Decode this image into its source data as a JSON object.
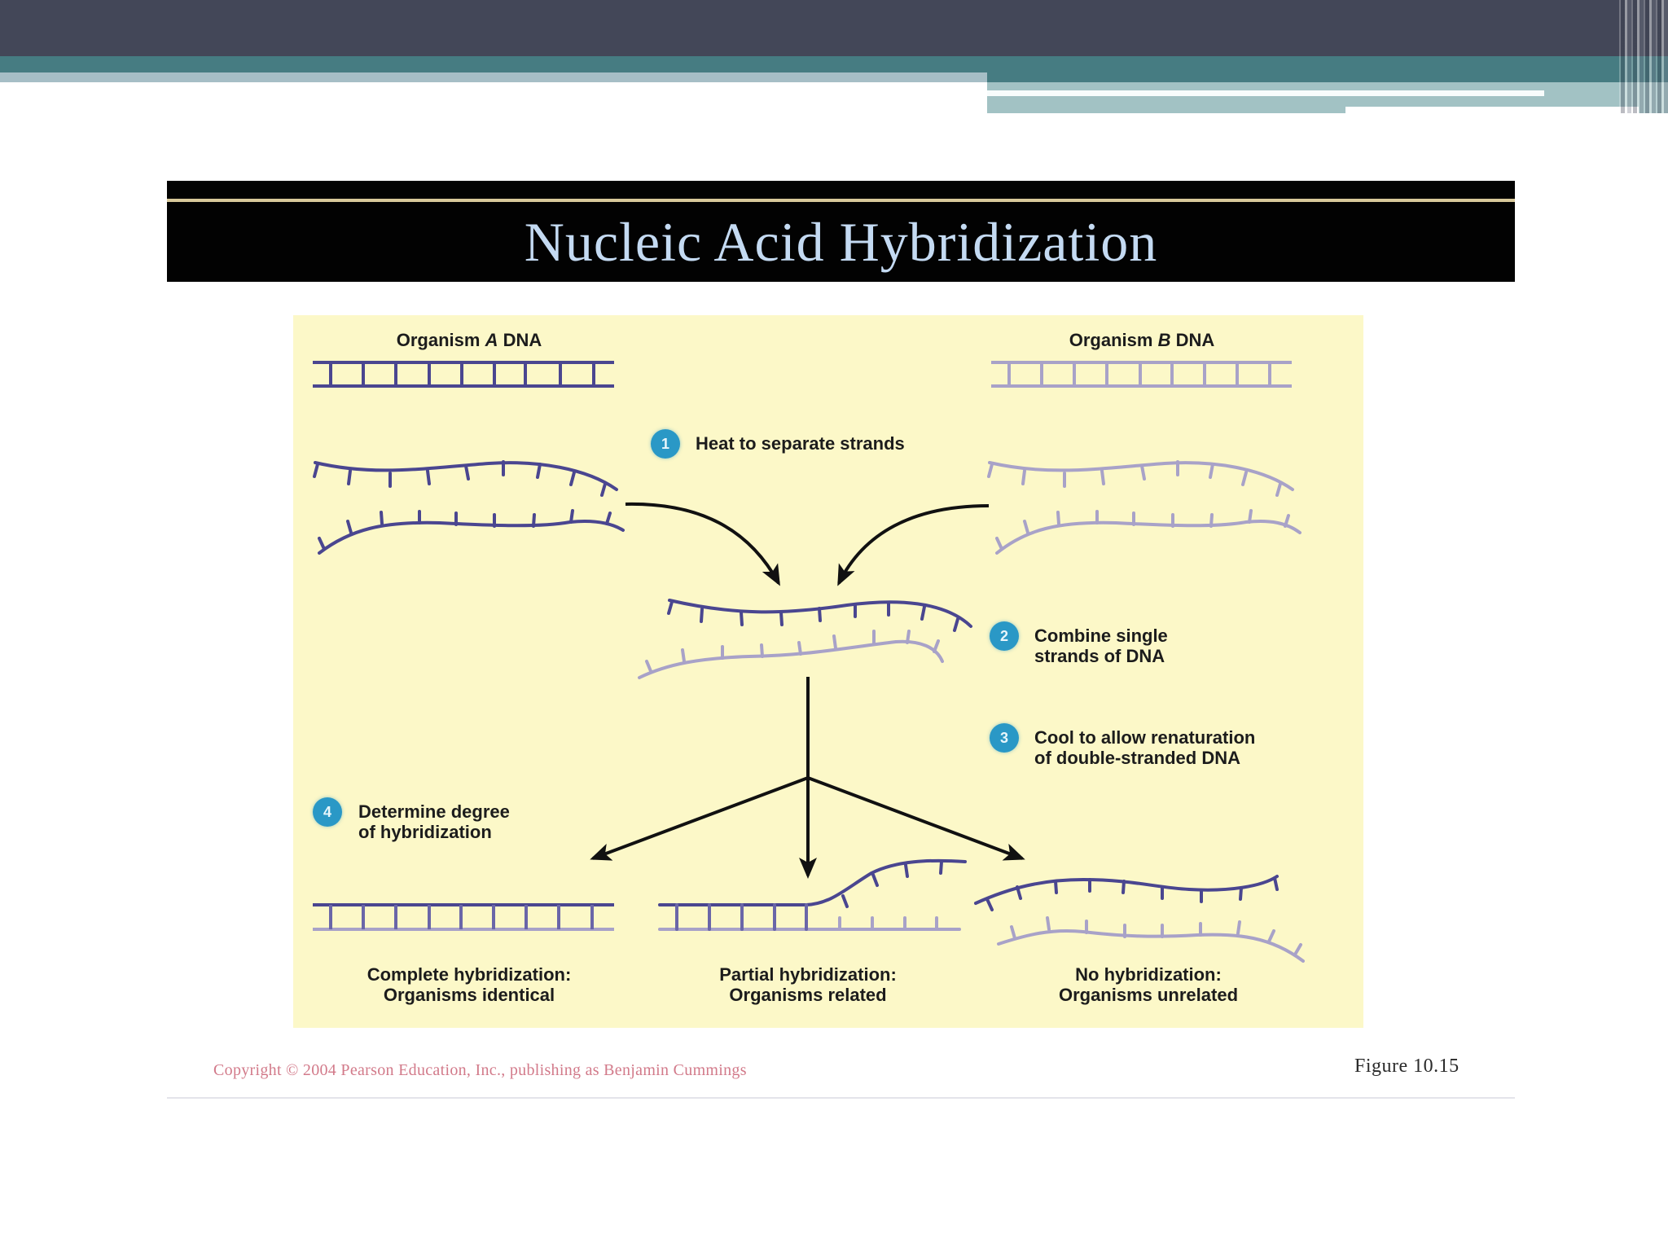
{
  "slide": {
    "title": "Nucleic Acid Hybridization",
    "colors": {
      "header_dark": "#434758",
      "header_teal": "#467c82",
      "header_light": "#a6bec6",
      "title_bg": "#020202",
      "title_rule": "#d8c89a",
      "title_text": "#c4daf2",
      "figure_bg": "#fcf8c8",
      "dna_a": "#4a4690",
      "dna_b": "#a8a2c8",
      "step_badge": "#2a98c6",
      "arrow": "#111111",
      "copyright": "#d27a8a"
    }
  },
  "figure": {
    "organism_a_label": "Organism A DNA",
    "organism_a_prefix": "Organism ",
    "organism_a_letter": "A",
    "organism_a_suffix": " DNA",
    "organism_b_prefix": "Organism ",
    "organism_b_letter": "B",
    "organism_b_suffix": " DNA",
    "steps": [
      {
        "number": "1",
        "line1": "Heat to separate strands",
        "line2": ""
      },
      {
        "number": "2",
        "line1": "Combine single",
        "line2": "strands of DNA"
      },
      {
        "number": "3",
        "line1": "Cool to allow renaturation",
        "line2": "of double-stranded DNA"
      },
      {
        "number": "4",
        "line1": "Determine degree",
        "line2": "of hybridization"
      }
    ],
    "outcomes": [
      {
        "line1": "Complete hybridization:",
        "line2": "Organisms identical"
      },
      {
        "line1": "Partial hybridization:",
        "line2": "Organisms related"
      },
      {
        "line1": "No hybridization:",
        "line2": "Organisms unrelated"
      }
    ]
  },
  "footer": {
    "copyright": "Copyright © 2004 Pearson Education, Inc., publishing as Benjamin Cummings",
    "figure_number": "Figure 10.15"
  }
}
